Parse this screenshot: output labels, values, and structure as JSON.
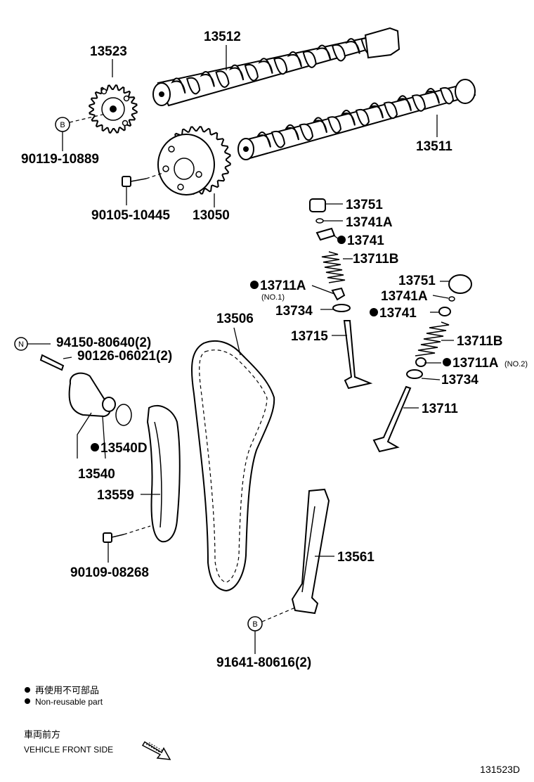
{
  "parts": {
    "camshaft_exhaust": "13512",
    "cam_sprocket": "13523",
    "bolt_b": "90119-10889",
    "camshaft_intake": "13511",
    "bolt_vvt": "90105-10445",
    "vvt_gear": "13050",
    "retainer_1": "13751",
    "key_1": "13741A",
    "seat_1": "13741",
    "spring_1": "13711B",
    "stem_seal_1": "13711A",
    "stem_seal_1_note": "(NO.1)",
    "washer_1": "13734",
    "valve_1": "13715",
    "retainer_2": "13751",
    "key_2": "13741A",
    "seat_2": "13741",
    "spring_2": "13711B",
    "stem_seal_2": "13711A",
    "stem_seal_2_note": "(NO.2)",
    "washer_2": "13734",
    "valve_2": "13711",
    "chain": "13506",
    "plug": "94150-80640(2)",
    "stud": "90126-06021(2)",
    "tensioner_gasket": "13540D",
    "tensioner": "13540",
    "slipper": "13559",
    "slipper_bolt": "90109-08268",
    "damper": "13561",
    "damper_bolt": "91641-80616(2)"
  },
  "callout_letters": {
    "b": "B",
    "n": "N"
  },
  "legend": {
    "nonreusable_jp": "再使用不可部品",
    "nonreusable_en": "Non-reusable part",
    "front_jp": "車両前方",
    "front_en": "VEHICLE FRONT SIDE"
  },
  "diagram_code": "131523D"
}
